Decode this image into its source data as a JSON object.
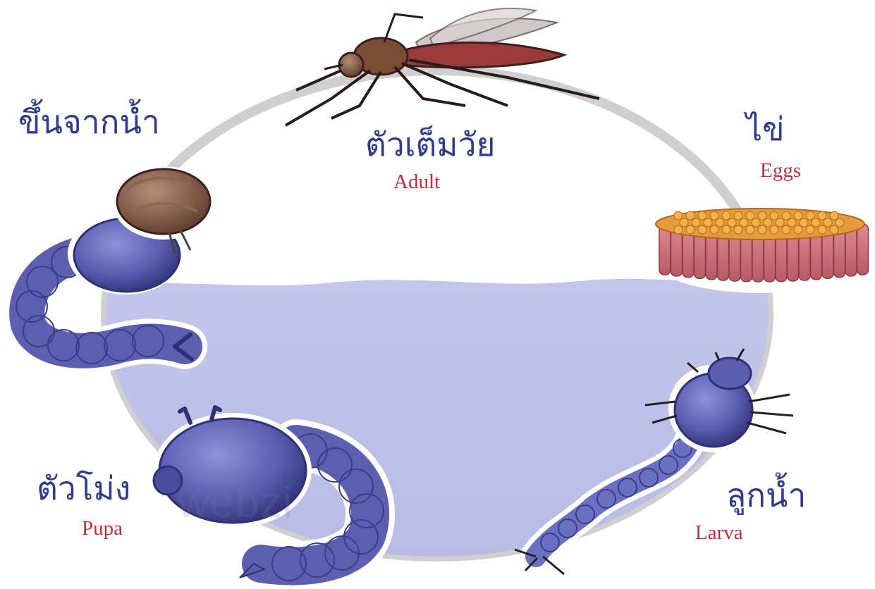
{
  "stages": {
    "adult": {
      "thai": "ตัวเต็มวัย",
      "english": "Adult"
    },
    "eggs": {
      "thai": "ไข่",
      "english": "Eggs"
    },
    "larva": {
      "thai": "ลูกน้ำ",
      "english": "Larva"
    },
    "pupa": {
      "thai": "ตัวโม่ง",
      "english": "Pupa"
    },
    "emerging": {
      "thai": "ขึ้นจากน้ำ"
    }
  },
  "watermark": "webzi",
  "colors": {
    "thai_label": "#2e3b8f",
    "english_label": "#c0303c",
    "water": "#c9cbea",
    "creature": "#5c5fb0",
    "egg_yolk": "#f2a23a",
    "egg_body": "#d0707a",
    "cycle_ring": "#cfcfcf"
  },
  "icons": [
    "mosquito-adult-icon",
    "egg-raft-icon",
    "larva-icon",
    "pupa-icon",
    "emerging-adult-icon"
  ]
}
